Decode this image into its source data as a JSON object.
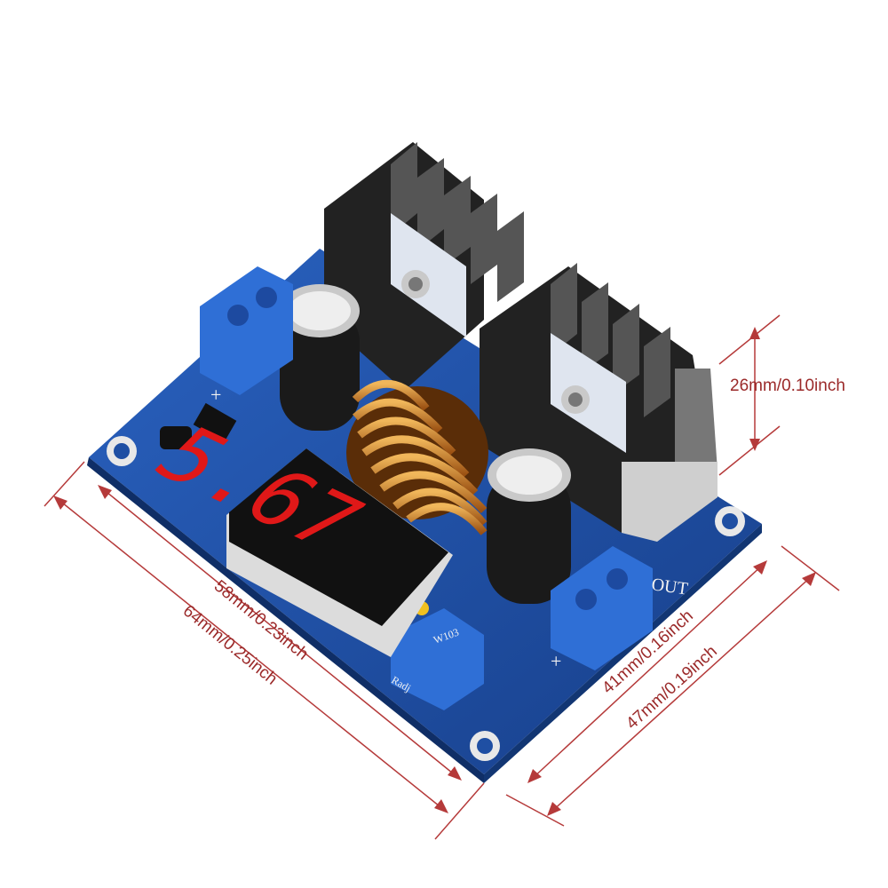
{
  "product": {
    "display_reading": "5.67",
    "output_label": "OUT",
    "input_plus_label": "+",
    "output_plus_label": "+",
    "potentiometer_code": "W103",
    "pot_label": "Radj"
  },
  "dimensions": {
    "height": "26mm/0.10inch",
    "length_inner": "58mm/0.23inch",
    "length_outer": "64mm/0.25inch",
    "width_inner": "41mm/0.16inch",
    "width_outer": "47mm/0.19inch"
  },
  "colors": {
    "pcb": "#1f4fa3",
    "heatsink": "#1c1c1e",
    "terminal": "#2f6fd6",
    "coil": "#c97a22",
    "led": "#e01818",
    "dimension": "#b53a3a"
  }
}
